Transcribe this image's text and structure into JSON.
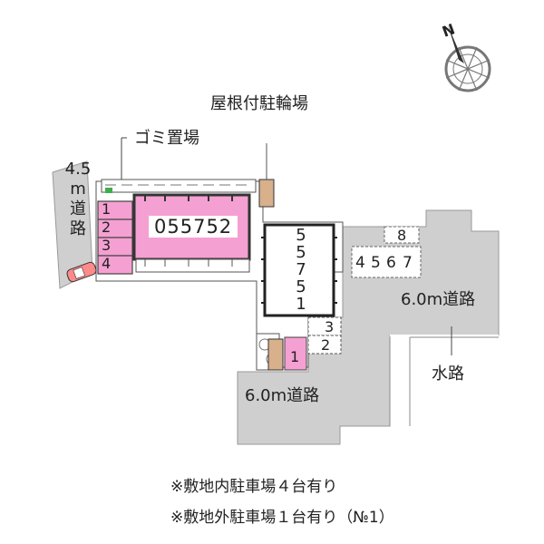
{
  "map": {
    "compass_letter": "N",
    "building_code": "055752",
    "labels": {
      "bike_shed": "屋根付駐輪場",
      "garbage": "ゴミ置場",
      "road_left": [
        "4.5",
        "m",
        "道",
        "路"
      ],
      "road_right": "6.0m道路",
      "road_bottom": "6.0m道路",
      "waterway": "水路"
    },
    "onsite_spaces": [
      "1",
      "2",
      "3",
      "4"
    ],
    "offsite_spaces": [
      "1",
      "2",
      "3"
    ],
    "neighbor_spaces": [
      "4",
      "5",
      "6",
      "7",
      "8"
    ],
    "building_digits": [
      "5",
      "5",
      "7",
      "5",
      "1"
    ],
    "notes": [
      "※敷地内駐車場４台有り",
      "※敷地外駐車場１台有り（№1）"
    ],
    "colors": {
      "parking_pink": "#f5a0d2",
      "road_gray": "#cfcfcf",
      "outline": "#333333"
    }
  }
}
